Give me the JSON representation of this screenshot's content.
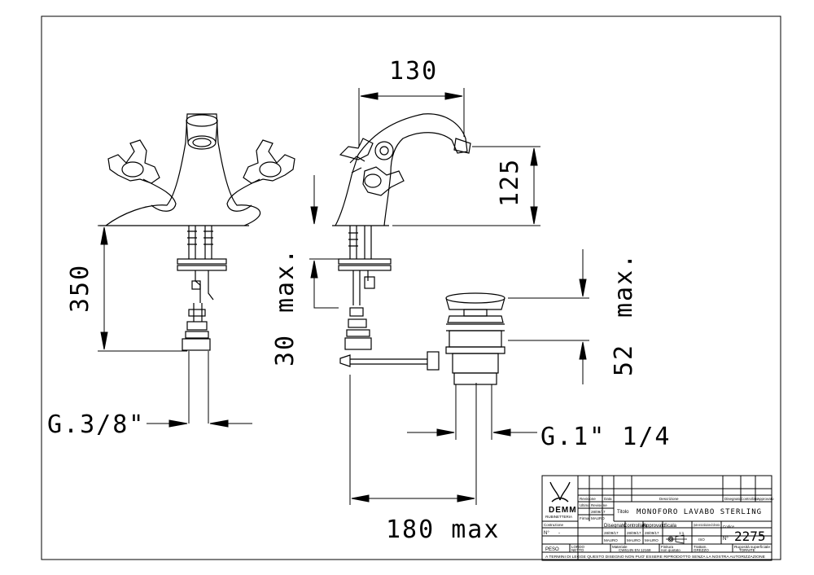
{
  "dimensions": {
    "top_width": "130",
    "spout_height": "125",
    "left_height": "350",
    "mid_max": "max.",
    "thickness": "30",
    "right_max": "max.",
    "waste_height": "52",
    "thread_left": "G.3/8\"",
    "thread_right": "G.1\" 1/4",
    "bottom_width": "180 max"
  },
  "title_block": {
    "brand": "DEMM",
    "brand_sub": "RUBINETTERIA",
    "revision_label": "Revisione",
    "date_label": "Data",
    "name_label": "Firma",
    "description_label": "Descrizione",
    "drawn_label": "Disegnato",
    "checked_label": "Controllato",
    "approved_label": "Approvato",
    "first_issue_label": "Ultima Revisione",
    "first_issue_date": "28/09/17",
    "first_issue_name": "MAURO",
    "title_label": "Titolo",
    "title": "MONOFORO LAVABO STERLING",
    "construction_label": "Costruzione",
    "no_label": "N°",
    "dash": "-",
    "drawn_date": "28/09/17",
    "checked_date": "28/09/17",
    "approved_date": "28/09/17",
    "drawn_by": "MAURO",
    "checked_by": "MAURO",
    "approved_by": "MAURO",
    "scale_label": "Scala",
    "scale_value": "1:1",
    "note_label": "Quote senza indicazione di tolleranza",
    "note_value": "ISO",
    "code_label": "Codice",
    "code": "2275",
    "weight_label": "PESO",
    "gross_label": "LORDO",
    "net_label": "NETTO",
    "material_label": "Materiale",
    "material": "CW614N EN 12168",
    "finish_label": "Finitura",
    "finish": "non quotato",
    "treatment_label": "Trattam.",
    "treatment": "GREZZO",
    "surface_label": "Rugosità superficiale",
    "surface": "TORNITE",
    "footer": "A TERMINI DI LEGGE QUESTO DISEGNO NON PUO' ESSERE RIPRODOTTO SENZA LA NOSTRA AUTORIZZAZIONE"
  }
}
